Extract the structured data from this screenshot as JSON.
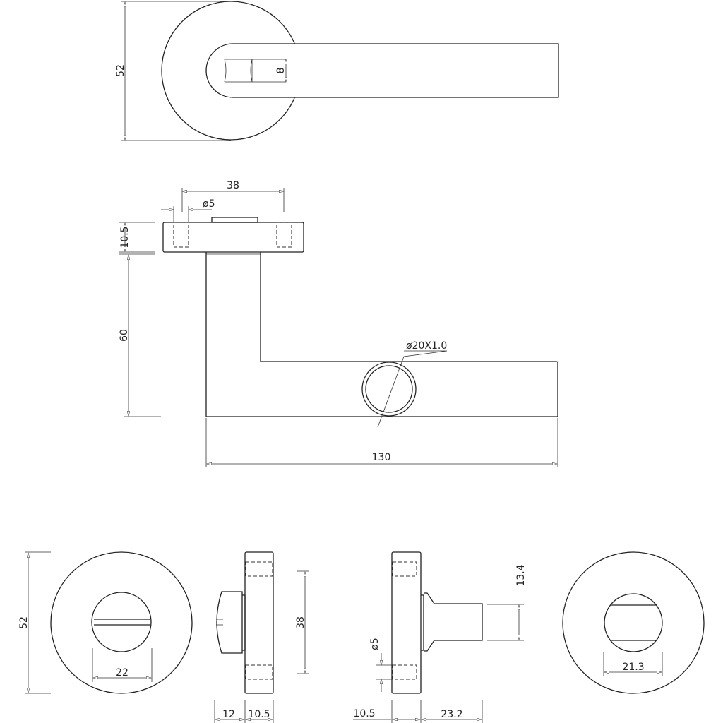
{
  "drawing": {
    "top_view": {
      "rose_diameter": "52",
      "spindle_square": "8"
    },
    "side_view": {
      "fixing_spacing": "38",
      "hole_diameter": "ø5",
      "rose_thickness": "10.5",
      "lever_height": "60",
      "tube_spec": "ø20X1.0",
      "lever_length": "130"
    },
    "turn_release": {
      "rose_diameter": "52",
      "thumbturn_width": "22",
      "fixing_spacing": "38",
      "thumbturn_depth": "12",
      "rose_thickness_a": "10.5"
    },
    "release_indicator": {
      "spindle_height": "13.4",
      "hole_diameter": "ø5",
      "rose_thickness_b": "10.5",
      "spindle_length": "23.2",
      "indicator_width": "21.3"
    }
  }
}
